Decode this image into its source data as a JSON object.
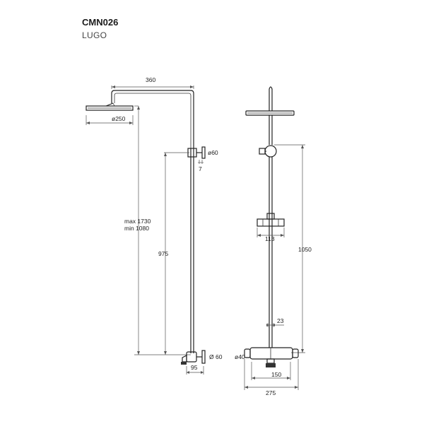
{
  "header": {
    "product_code": "CMN026",
    "product_name": "LUGO"
  },
  "dimensions": {
    "arm_width": "360",
    "head_diameter": "ø250",
    "top_outlet_diameter": "ø60",
    "outlet_depth": "7",
    "height_max": "max 1730",
    "height_min": "min 1080",
    "riser_height": "975",
    "bottom_outlet_diameter": "Ø 60",
    "bottom_offset": "95",
    "holder_width": "113",
    "rail_length": "1050",
    "rail_diameter": "23",
    "connector_diameter": "ø40",
    "center_distance": "150",
    "valve_width": "275"
  }
}
